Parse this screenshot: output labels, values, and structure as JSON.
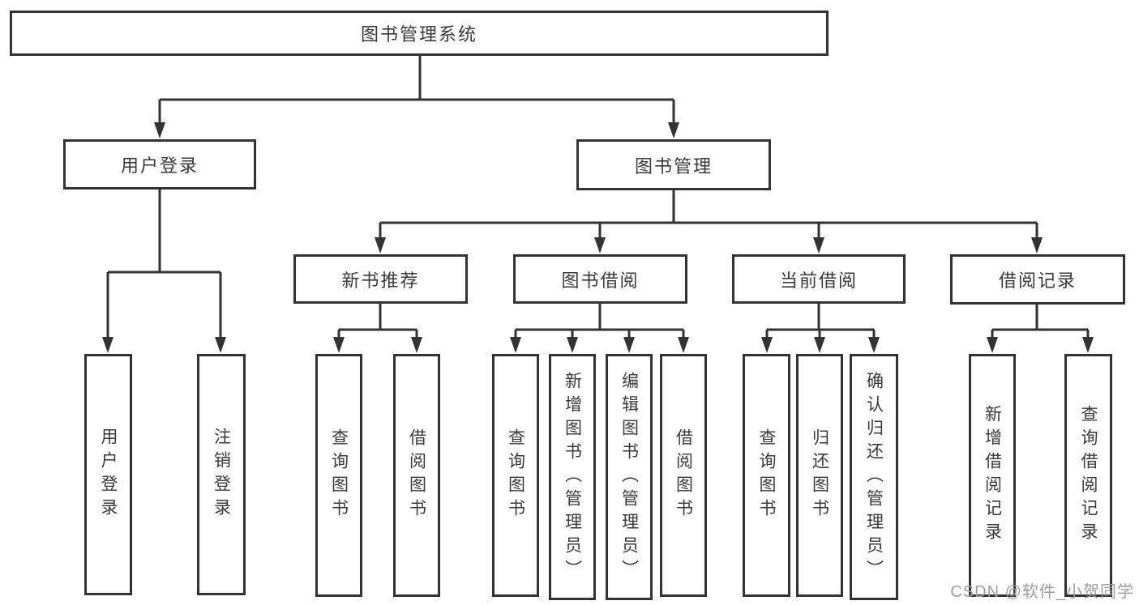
{
  "tree": {
    "label": "图书管理系统",
    "children": [
      {
        "label": "用户登录",
        "children": [
          {
            "label": "用户登录"
          },
          {
            "label": "注销登录"
          }
        ]
      },
      {
        "label": "图书管理",
        "children": [
          {
            "label": "新书推荐",
            "children": [
              {
                "label": "查询图书"
              },
              {
                "label": "借阅图书"
              }
            ]
          },
          {
            "label": "图书借阅",
            "children": [
              {
                "label": "查询图书"
              },
              {
                "label": "新增图书（管理员）"
              },
              {
                "label": "编辑图书（管理员）"
              },
              {
                "label": "借阅图书"
              }
            ]
          },
          {
            "label": "当前借阅",
            "children": [
              {
                "label": "查询图书"
              },
              {
                "label": "归还图书"
              },
              {
                "label": "确认归还（管理员）"
              }
            ]
          },
          {
            "label": "借阅记录",
            "children": [
              {
                "label": "新增借阅记录"
              },
              {
                "label": "查询借阅记录"
              }
            ]
          }
        ]
      }
    ]
  },
  "watermark": {
    "text": "CSDN @软件_小贺同学"
  },
  "colors": {
    "line": "#333333",
    "box_border": "#333333",
    "text": "#3a3a3a",
    "background": "#ffffff",
    "watermark": "#9e9e9e"
  }
}
